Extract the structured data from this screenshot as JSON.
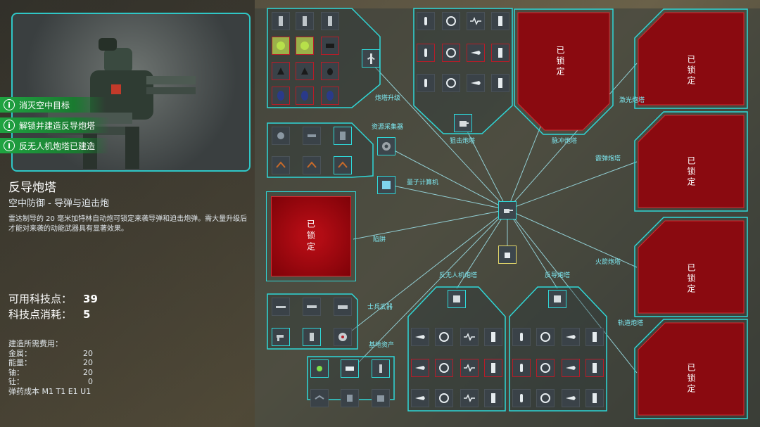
{
  "objectives": [
    "消灭空中目标",
    "解锁并建造反导炮塔",
    "反无人机炮塔已建造"
  ],
  "unit": {
    "name": "反导炮塔",
    "subtitle": "空中防御 - 导弹与迫击炮",
    "description": "雷达制导的 20 毫米加特林自动炮可锁定来袭导弹和迫击炮弹。需大量升级后才能对来袭的动能武器具有显著效果。"
  },
  "tech": {
    "available_label": "可用科技点：",
    "available_value": "39",
    "cost_label": "科技点消耗：",
    "cost_value": "5"
  },
  "build_cost": {
    "heading": "建造所需费用：",
    "rows": [
      {
        "name": "金属：",
        "value": "20"
      },
      {
        "name": "能量：",
        "value": "20"
      },
      {
        "name": "铀：",
        "value": "20"
      },
      {
        "name": "钍：",
        "value": "0"
      }
    ],
    "ammo": "弹药成本 M1 T1 E1 U1"
  },
  "labels": {
    "turret_upgrade": "炮塔升级",
    "resource_collector": "资源采集器",
    "quantum_computer": "量子计算机",
    "trap": "陷阱",
    "soldier_weapons": "士兵武器",
    "base_assets": "基地资产",
    "anti_drone_turret": "反无人机炮塔",
    "anti_missile_turret": "反导炮塔",
    "sniper_turret": "狙击炮塔",
    "pulse_turret": "脉冲炮塔",
    "laser_turret": "激光炮塔",
    "hail_turret": "霰弹炮塔",
    "rocket_turret": "火箭炮塔",
    "orbital_turret": "轨道炮塔"
  },
  "locked_text": "已锁定",
  "accent": "#2fd8d8",
  "lock_color": "#b20c14",
  "objective_color": "#1fa341"
}
